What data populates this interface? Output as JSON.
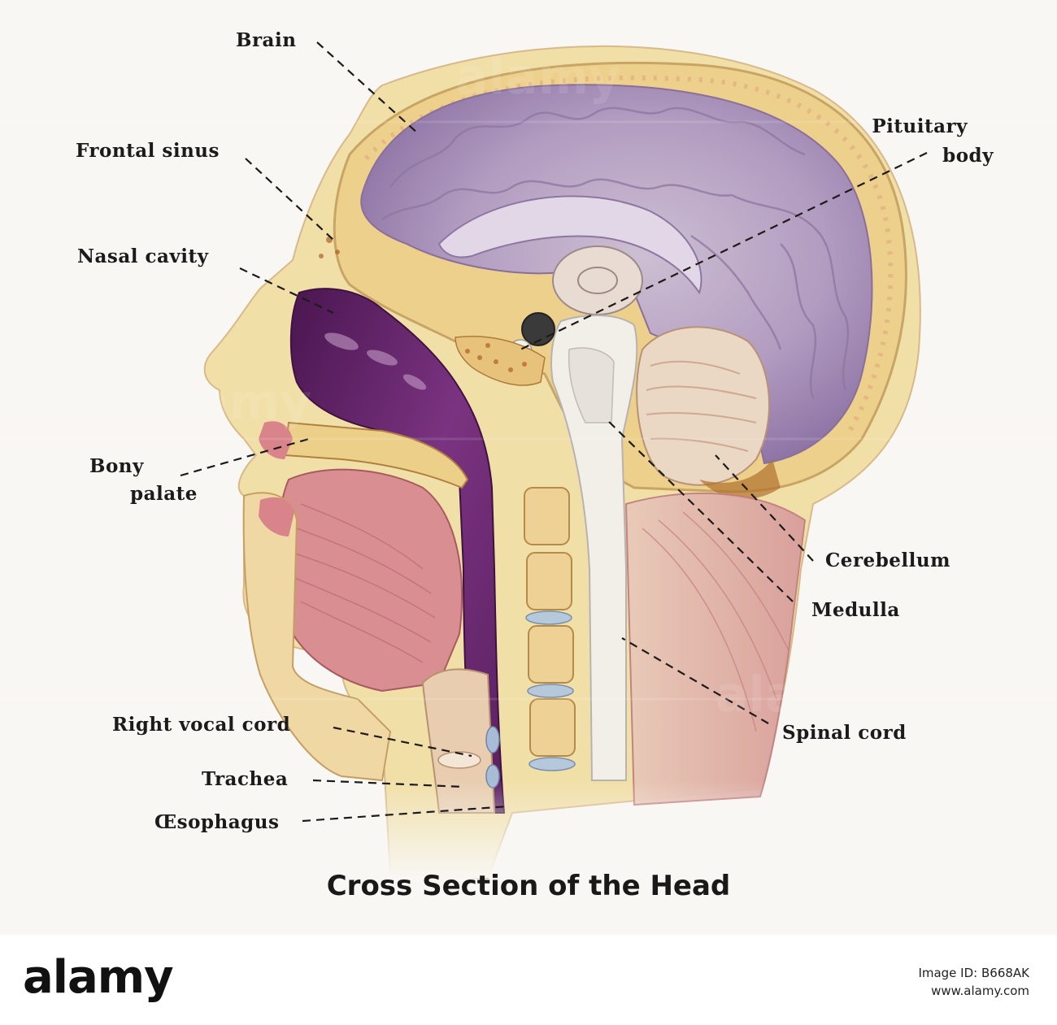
{
  "title": "Cross Section of the Head",
  "labels": {
    "brain": "Brain",
    "frontal_sinus": "Frontal sinus",
    "nasal_cavity": "Nasal cavity",
    "bony_palate_line1": "Bony",
    "bony_palate_line2": "palate",
    "pituitary_line1": "Pituitary",
    "pituitary_line2": "body",
    "cerebellum": "Cerebellum",
    "medulla": "Medulla",
    "spinal_cord": "Spinal cord",
    "right_vocal_cord": "Right vocal cord",
    "trachea": "Trachea",
    "oesophagus": "Œsophagus"
  },
  "watermark": {
    "brand": "alamy",
    "image_id_label": "Image ID: B668AK",
    "site": "www.alamy.com",
    "ghost_text": "alamy"
  },
  "colors": {
    "paper": "#f8f7f3",
    "skin": "#f1dfa8",
    "brain": "#b9a3c4",
    "nasal_purple": "#6e2b70",
    "muscle": "#d98f92",
    "leader_line": "#1d1b1a"
  }
}
